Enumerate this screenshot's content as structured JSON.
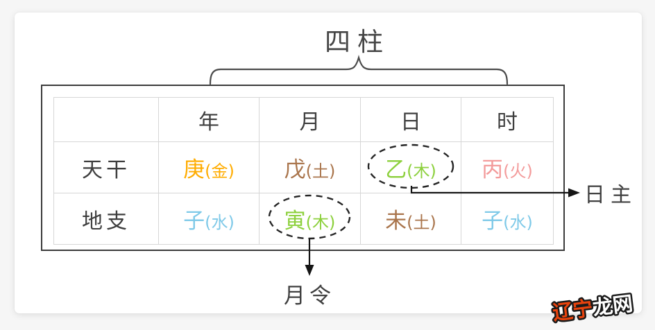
{
  "title": "四柱",
  "table": {
    "corner": "",
    "headers": [
      "年",
      "月",
      "日",
      "时"
    ],
    "rows": [
      {
        "label": "天干",
        "cells": [
          {
            "char": "庚",
            "element": "(金)",
            "color": "#FFAC00"
          },
          {
            "char": "戊",
            "element": "(土)",
            "color": "#A9744B"
          },
          {
            "char": "乙",
            "element": "(木)",
            "color": "#8CD03C"
          },
          {
            "char": "丙",
            "element": "(火)",
            "color": "#F39B9B"
          }
        ]
      },
      {
        "label": "地支",
        "cells": [
          {
            "char": "子",
            "element": "(水)",
            "color": "#7EC9E8"
          },
          {
            "char": "寅",
            "element": "(木)",
            "color": "#8CD03C"
          },
          {
            "char": "未",
            "element": "(土)",
            "color": "#A9744B"
          },
          {
            "char": "子",
            "element": "(水)",
            "color": "#7EC9E8"
          }
        ]
      }
    ]
  },
  "annotations": {
    "day_master": "日主",
    "month_order": "月令"
  },
  "watermark": {
    "part1": "辽宁",
    "part2": "龙网",
    "part1_color": "#E8430D",
    "part2_color": "#FFFFFF"
  },
  "colors": {
    "outer_box_border": "#3a3a3a",
    "grid_line": "#d6d6d6",
    "text_dark": "#3e3e3e",
    "annotation_line": "#151515",
    "dashed_circle": "#252525"
  }
}
